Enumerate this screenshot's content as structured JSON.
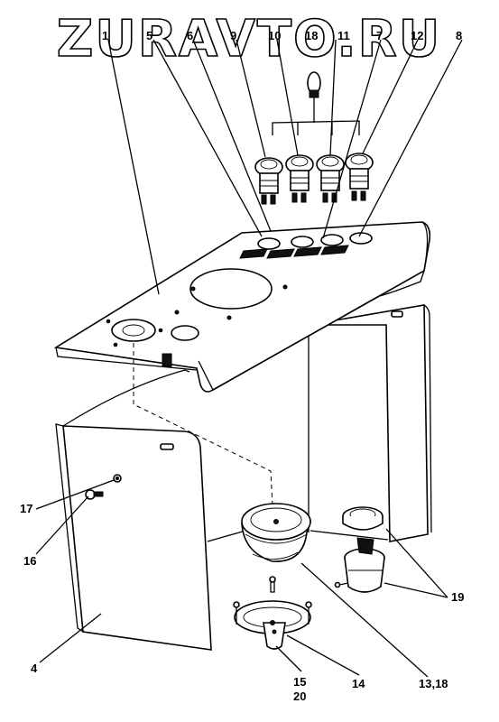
{
  "watermark": "ZURAVTO.RU",
  "callouts": {
    "c1": "1",
    "c5": "5",
    "c6": "6",
    "c9": "9",
    "c10": "10",
    "c18a": "18",
    "c11": "11",
    "c7": "7",
    "c12": "12",
    "c8": "8",
    "c17": "17",
    "c16": "16",
    "c4": "4",
    "c19": "19",
    "c15": "15",
    "c20": "20",
    "c14": "14",
    "c1318": "13,18"
  }
}
